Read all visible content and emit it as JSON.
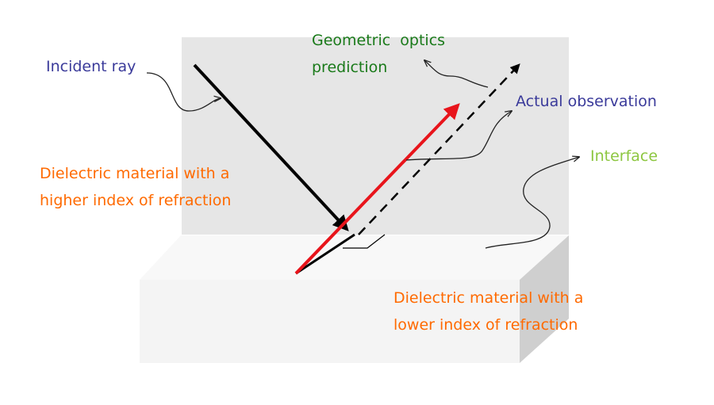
{
  "labels": {
    "geometric_optics": "Geometric  optics\nprediction",
    "incident_ray": "Incident ray",
    "actual_observation": "Actual observation",
    "interface": "Interface",
    "higher_index": "Dielectric material with a\nhigher index of refraction",
    "lower_index": "Dielectric material with a\nlower index of refraction"
  },
  "colors": {
    "geometric_optics": "#1a7a1a",
    "incident_ray": "#3a3a9a",
    "actual_observation": "#3a3a9a",
    "interface": "#8cc63f",
    "dielectric": "#ff6a00",
    "observed_ray": "#e8141b",
    "ray": "#000000",
    "upper_material": "#e6e6e6",
    "lower_material_top": "#f7f7f7",
    "lower_material_front": "#f4f4f4",
    "lower_material_side": "#cfcfcf"
  }
}
